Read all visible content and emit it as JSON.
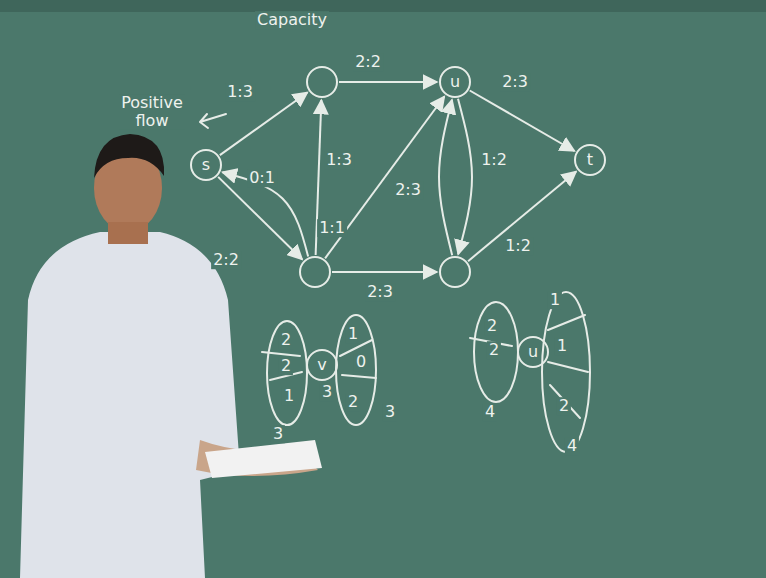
{
  "diagram": {
    "nodes": [
      {
        "text": [
          "s"
        ]
      },
      {
        "text": []
      },
      {
        "text": [
          "u"
        ]
      },
      {
        "text": [
          "t"
        ]
      },
      {
        "text": []
      },
      {
        "text": []
      },
      {
        "text": [
          "v"
        ]
      },
      {
        "text": [
          "u"
        ]
      }
    ],
    "edges": [
      {
        "from": 0,
        "to": 1,
        "arrow": "to",
        "label": "1:3"
      },
      {
        "from": 1,
        "to": 2,
        "arrow": "to",
        "label": "2:2"
      },
      {
        "from": 2,
        "to": 3,
        "arrow": "to",
        "label": "2:3"
      },
      {
        "from": 0,
        "to": 4,
        "arrow": "to",
        "label": "2:2"
      },
      {
        "from": 4,
        "to": 0,
        "arrow": "to",
        "label": "0:1"
      },
      {
        "from": 4,
        "to": 1,
        "arrow": "to",
        "label": "1:3"
      },
      {
        "from": 4,
        "to": 2,
        "arrow": "to",
        "label": "1:1"
      },
      {
        "from": 5,
        "to": 2,
        "arrow": "to",
        "label": "2:3"
      },
      {
        "from": 2,
        "to": 5,
        "arrow": "to",
        "label": "1:2"
      },
      {
        "from": 4,
        "to": 5,
        "arrow": "to",
        "label": "2:3"
      },
      {
        "from": 5,
        "to": 3,
        "arrow": "to",
        "label": "1:2"
      }
    ],
    "labels": [
      "Capacity",
      "Positive flow",
      "2",
      "2",
      "1",
      "1",
      "0",
      "2",
      "3",
      "3",
      "3",
      "2",
      "2",
      "4",
      "1",
      "1",
      "2",
      "4"
    ]
  }
}
